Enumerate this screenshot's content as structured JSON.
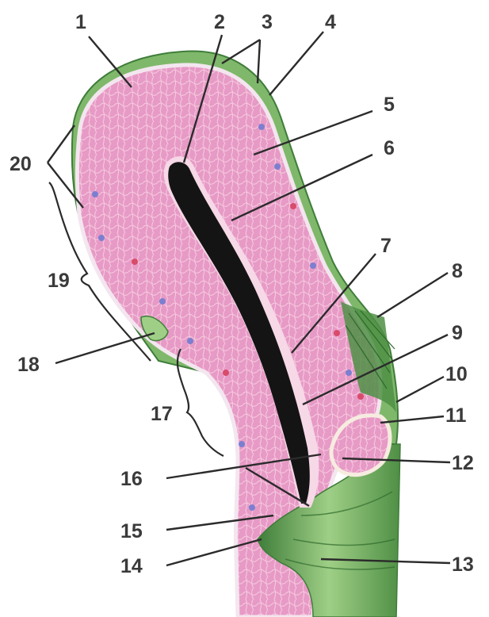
{
  "labels": [
    "1",
    "2",
    "3",
    "4",
    "5",
    "6",
    "7",
    "8",
    "9",
    "10",
    "11",
    "12",
    "13",
    "14",
    "15",
    "16",
    "17",
    "18",
    "19",
    "20"
  ],
  "colors": {
    "background": "#ffffff",
    "perimetrium": "#7fb86a",
    "perimetrium_dark": "#3f7d3a",
    "myometrium": "#e79ac6",
    "myometrium_light": "#f3c2dd",
    "endometrium": "#f6d8e6",
    "cavity": "#141414",
    "vessel_blue": "#7c7fd0",
    "vessel_red": "#d84b6a",
    "leader": "#2b2b2b"
  },
  "icons": {
    "uterus": "uterus-section-illustration"
  }
}
